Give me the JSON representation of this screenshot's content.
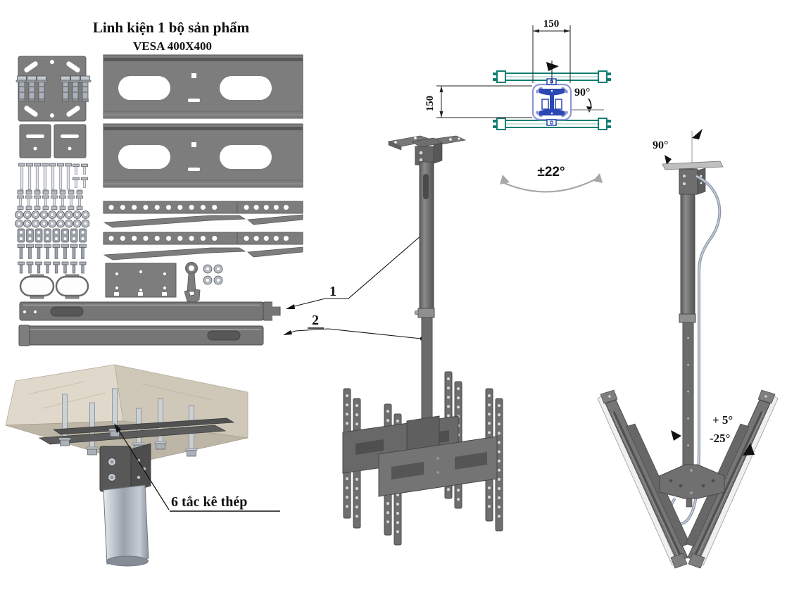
{
  "title": {
    "line1": "Linh kiện 1 bộ sản phẩm",
    "line2": "VESA 400X400"
  },
  "callouts": {
    "part1": "1",
    "part2": "2",
    "anchors_note": "6 tắc kê thép"
  },
  "dimensions": {
    "top_width": "150",
    "top_depth": "150",
    "top_angle": "90°",
    "swivel_range": "±22°",
    "side_angle": "90°",
    "tilt_up": "+ 5°",
    "tilt_down": "-25°"
  },
  "colors": {
    "part_gray": "#7d7d7d",
    "part_edge": "#5a5a5a",
    "metal_light": "#b5bcc5",
    "teal": "#0f7f72",
    "blue": "#2b47b3",
    "periwinkle": "#8e96d8",
    "concrete": "#d9d2c3",
    "cable": "#8d97ac",
    "ink": "#111111"
  }
}
